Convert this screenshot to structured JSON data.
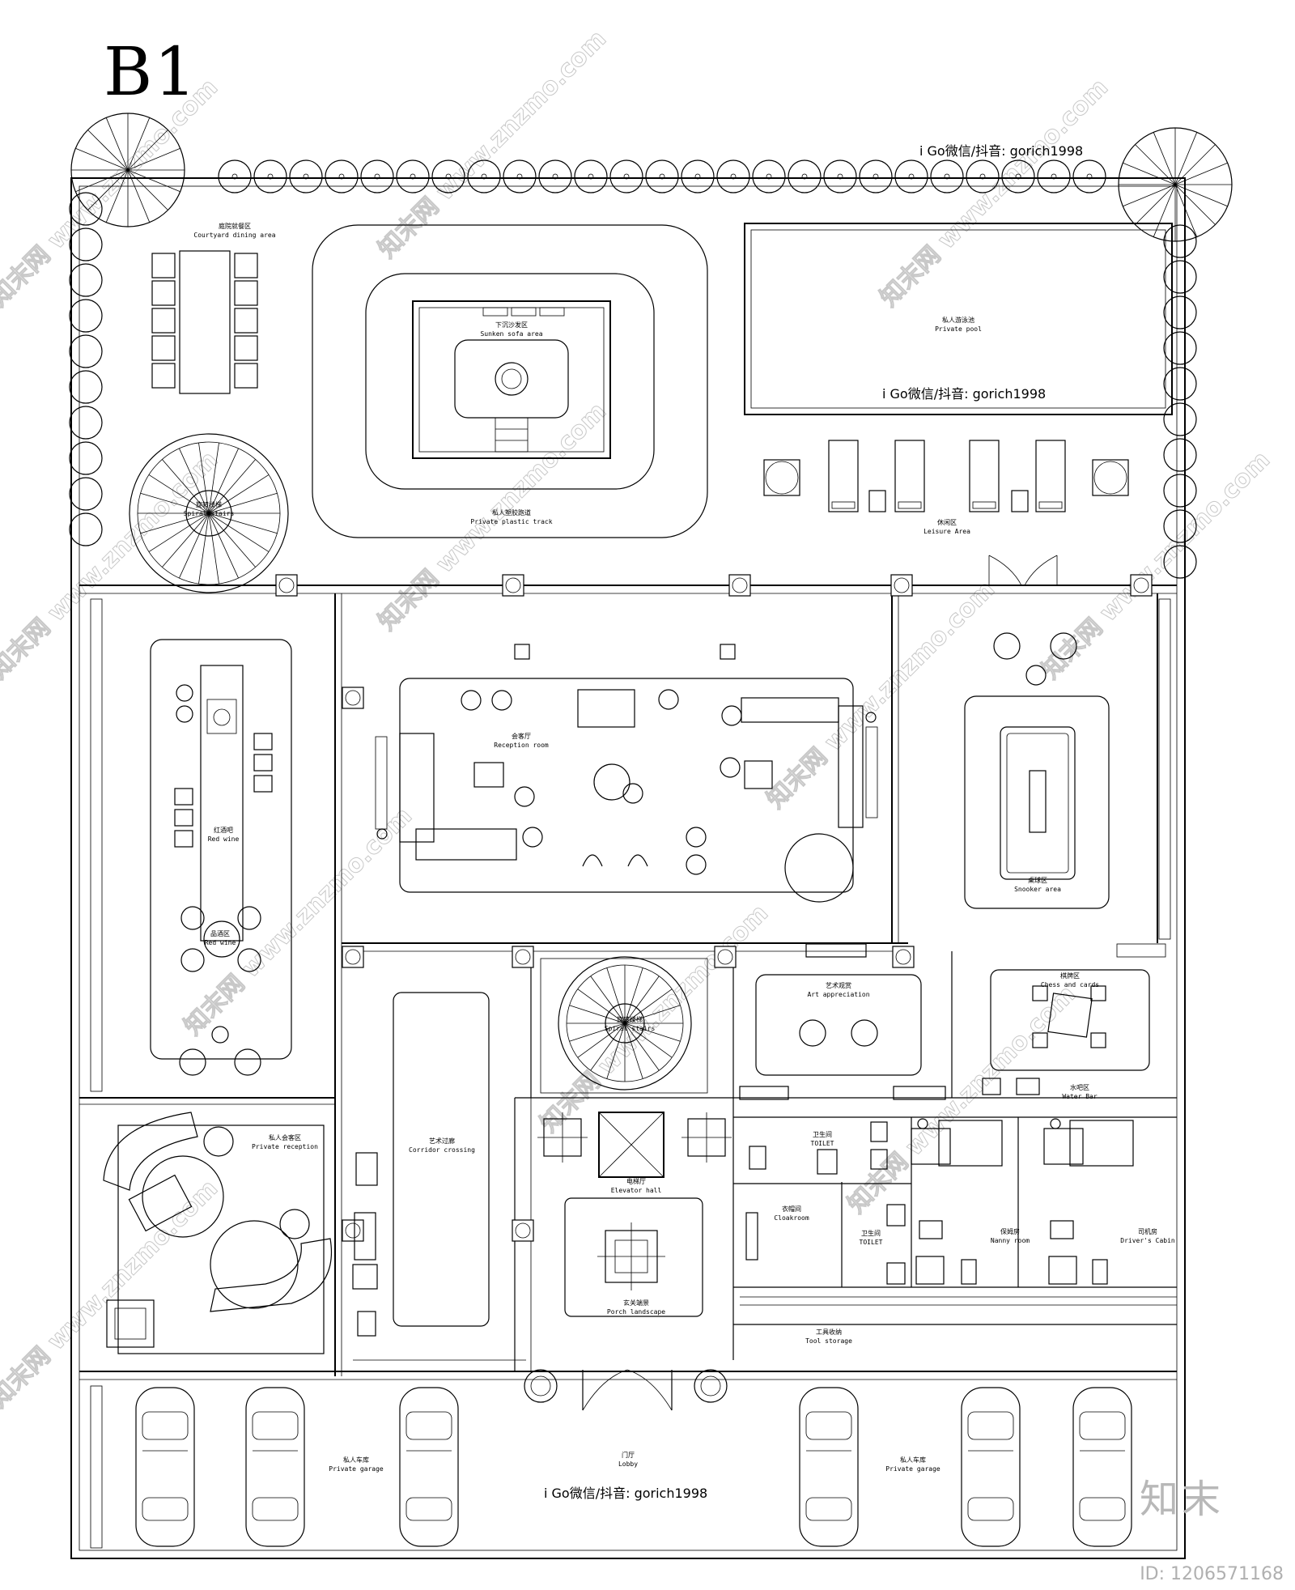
{
  "title": "B1",
  "credit": "i Go微信/抖音: gorich1998",
  "watermark": "知末网 www.znzmo.com",
  "brand": "知末",
  "image_id": "ID: 1206571168",
  "rooms": [
    {
      "key": "courtyard_dining",
      "zh": "庭院就餐区",
      "en": "Courtyard dining area"
    },
    {
      "key": "sunken_sofa",
      "zh": "下沉沙发区",
      "en": "Sunken sofa area"
    },
    {
      "key": "plastic_track",
      "zh": "私人塑胶跑道",
      "en": "Private plastic track"
    },
    {
      "key": "private_pool",
      "zh": "私人游泳池",
      "en": "Private pool"
    },
    {
      "key": "leisure",
      "zh": "休闲区",
      "en": "Leisure Area"
    },
    {
      "key": "spiral_stairs_top",
      "zh": "旋转楼梯",
      "en": "Spiral stairs"
    },
    {
      "key": "reception",
      "zh": "会客厅",
      "en": "Reception room"
    },
    {
      "key": "snooker",
      "zh": "桌球区",
      "en": "Snooker area"
    },
    {
      "key": "red_wine_bar",
      "zh": "红酒吧",
      "en": "Red wine"
    },
    {
      "key": "red_wine_tasting",
      "zh": "品酒区",
      "en": "Red wine"
    },
    {
      "key": "spiral_stairs_mid",
      "zh": "旋转楼梯",
      "en": "Spiral stairs"
    },
    {
      "key": "art_appreciation",
      "zh": "艺术观赏",
      "en": "Art appreciation"
    },
    {
      "key": "chess_cards",
      "zh": "棋牌区",
      "en": "Chess and cards"
    },
    {
      "key": "water_bar",
      "zh": "水吧区",
      "en": "Water Bar"
    },
    {
      "key": "private_reception",
      "zh": "私人会客区",
      "en": "Private reception"
    },
    {
      "key": "corridor",
      "zh": "艺术过廊",
      "en": "Corridor crossing"
    },
    {
      "key": "elevator",
      "zh": "电梯厅",
      "en": "Elevator hall"
    },
    {
      "key": "toilet_1",
      "zh": "卫生间",
      "en": "TOILET"
    },
    {
      "key": "cloakroom",
      "zh": "衣帽间",
      "en": "Cloakroom"
    },
    {
      "key": "toilet_2",
      "zh": "卫生间",
      "en": "TOILET"
    },
    {
      "key": "nanny",
      "zh": "保姆房",
      "en": "Nanny room"
    },
    {
      "key": "driver",
      "zh": "司机房",
      "en": "Driver's Cabin"
    },
    {
      "key": "porch",
      "zh": "玄关端景",
      "en": "Porch landscape"
    },
    {
      "key": "tool_storage",
      "zh": "工具收纳",
      "en": "Tool storage"
    },
    {
      "key": "garage_left",
      "zh": "私人车库",
      "en": "Private garage"
    },
    {
      "key": "lobby",
      "zh": "门厅",
      "en": "Lobby"
    },
    {
      "key": "garage_right",
      "zh": "私人车库",
      "en": "Private garage"
    }
  ]
}
